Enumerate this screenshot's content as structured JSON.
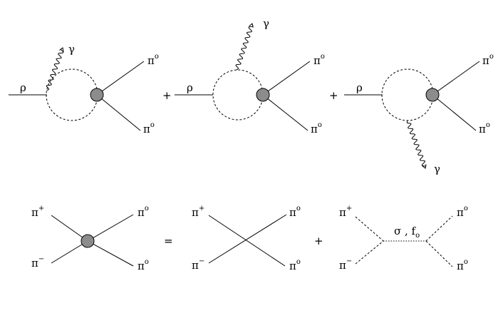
{
  "labels": {
    "rho": "ρ",
    "gamma": "γ",
    "pi": "π",
    "zero": "o",
    "plus_charge": "+",
    "minus_charge": "−",
    "sigma_f0": "σ , f"
  },
  "operators": {
    "plus": "+",
    "equals": "="
  }
}
